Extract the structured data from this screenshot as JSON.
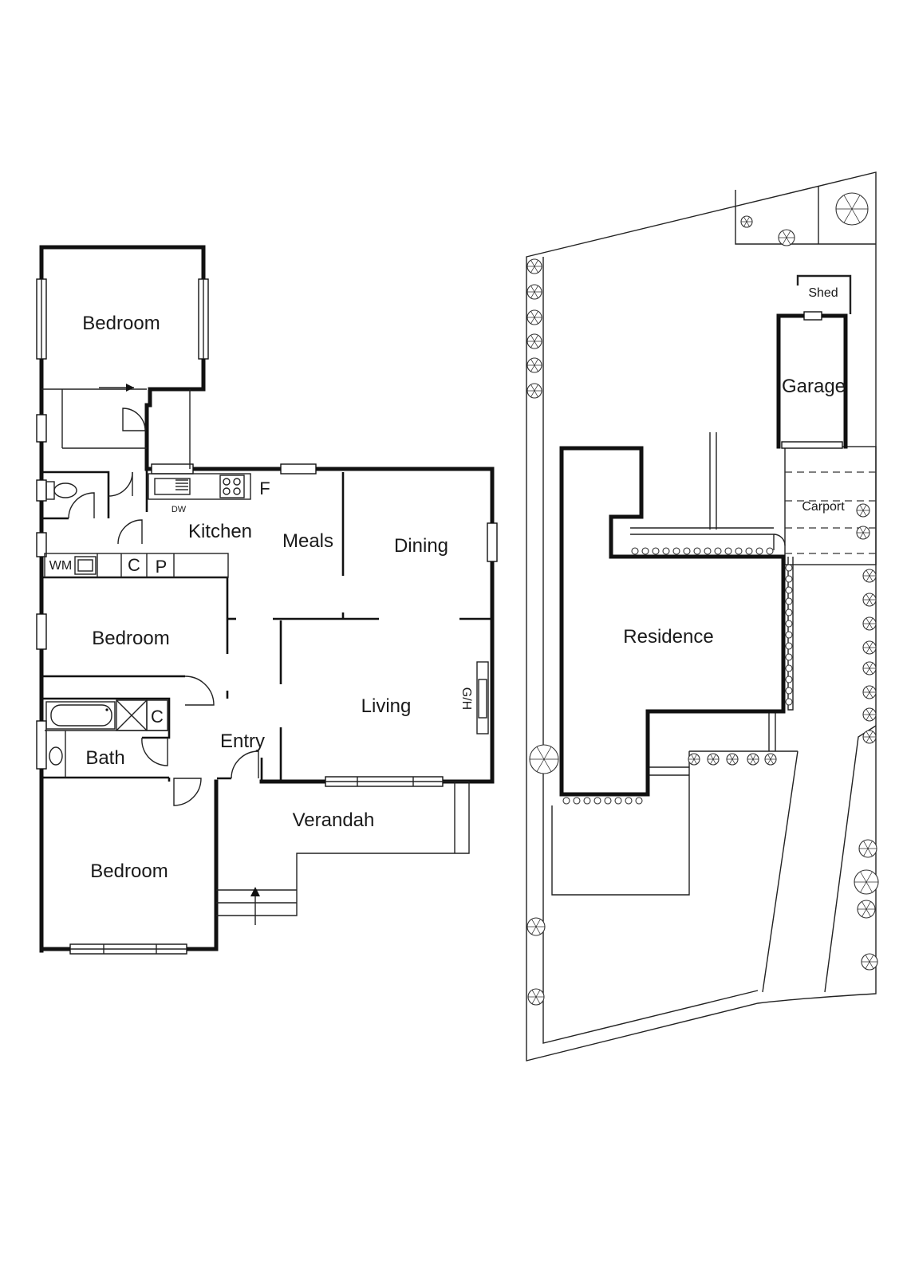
{
  "floor_plan": {
    "rooms": {
      "bedroom_1": "Bedroom",
      "bedroom_2": "Bedroom",
      "bedroom_3": "Bedroom",
      "kitchen": "Kitchen",
      "meals": "Meals",
      "dining": "Dining",
      "living": "Living",
      "entry": "Entry",
      "bath": "Bath",
      "verandah": "Verandah"
    },
    "fixtures": {
      "fridge": "F",
      "dishwasher": "DW",
      "washing_machine": "WM",
      "cupboard_laundry": "C",
      "pantry": "P",
      "cupboard_bath": "C",
      "gas_heater": "G/H"
    }
  },
  "site_plan": {
    "residence": "Residence",
    "garage": "Garage",
    "carport": "Carport",
    "shed": "Shed"
  }
}
